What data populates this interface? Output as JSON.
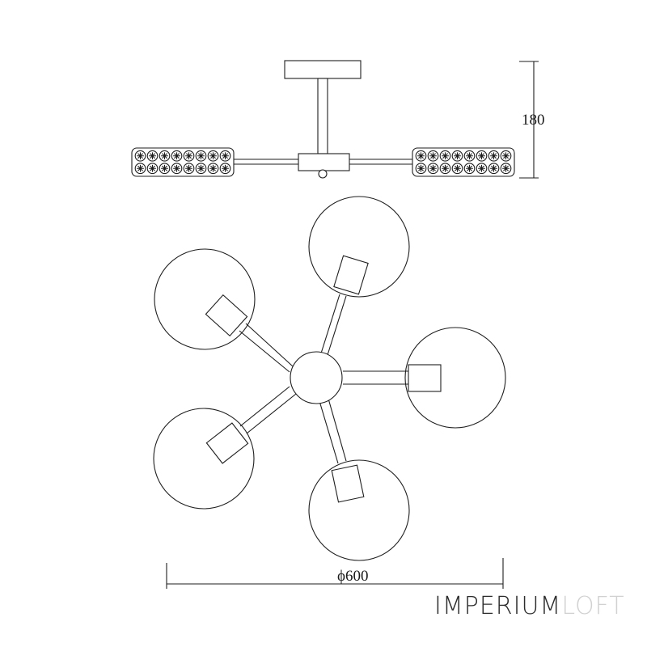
{
  "drawing": {
    "height_dimension": "180",
    "diameter_dimension": "ϕ600"
  },
  "brand": {
    "part1": "IMPERIUM",
    "part2": "LOFT",
    "color_primary": "#2c2c2c",
    "color_secondary": "#d1d1d1"
  }
}
